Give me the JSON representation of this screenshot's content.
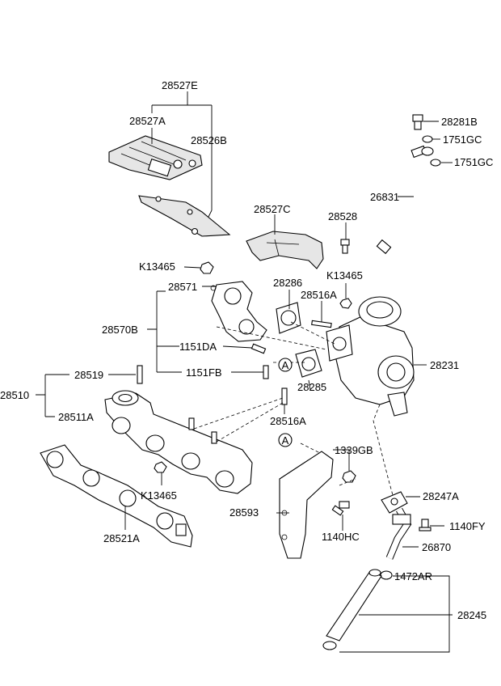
{
  "diagram": {
    "labels": {
      "p28527E": "28527E",
      "p28527A": "28527A",
      "p28526B": "28526B",
      "p28281B": "28281B",
      "p1751GC_a": "1751GC",
      "p1751GC_b": "1751GC",
      "p26831": "26831",
      "p28527C": "28527C",
      "p28528": "28528",
      "pK13465_a": "K13465",
      "p28571": "28571",
      "p28286": "28286",
      "pK13465_b": "K13465",
      "p28516A_a": "28516A",
      "p28570B": "28570B",
      "p1151DA": "1151DA",
      "p28231": "28231",
      "p1151FB": "1151FB",
      "p28519": "28519",
      "p28510": "28510",
      "p28285": "28285",
      "p28511A": "28511A",
      "p28516A_b": "28516A",
      "p1339GB": "1339GB",
      "pK13465_c": "K13465",
      "p28247A": "28247A",
      "p28593": "28593",
      "p1140FY": "1140FY",
      "p1140HC": "1140HC",
      "p28521A": "28521A",
      "p26870": "26870",
      "p1472AR": "1472AR",
      "p28245": "28245"
    },
    "reference_marks": {
      "ref_a1": "A",
      "ref_a2": "A"
    }
  }
}
